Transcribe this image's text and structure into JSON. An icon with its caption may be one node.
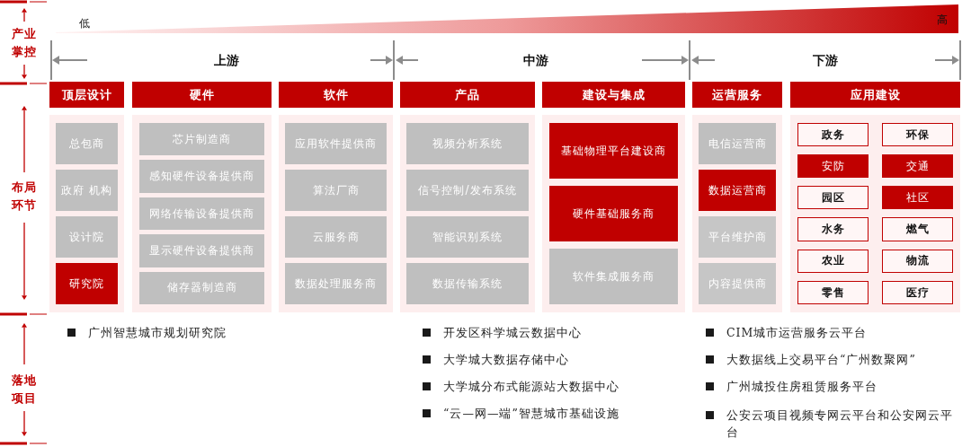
{
  "diagram": {
    "nodes": [
      {
        "text": [
          "顶层设计"
        ]
      },
      {
        "text": [],
        "shape": "box"
      },
      {
        "text": [
          "总包商"
        ],
        "in": 1
      },
      {
        "text": [
          "政府 机构"
        ],
        "in": 1
      },
      {
        "text": [
          "设计院"
        ],
        "in": 1
      },
      {
        "text": [
          "研究院"
        ],
        "in": 1
      },
      {
        "text": [
          "硬件"
        ]
      },
      {
        "text": [],
        "shape": "box"
      },
      {
        "text": [
          "芯片制造商"
        ],
        "in": 7
      },
      {
        "text": [
          "感知硬件设备提供商"
        ],
        "in": 7
      },
      {
        "text": [
          "网络传输设备提供商"
        ],
        "in": 7
      },
      {
        "text": [
          "显示硬件设备提供商"
        ],
        "in": 7
      },
      {
        "text": [
          "储存器制造商"
        ],
        "in": 7
      },
      {
        "text": [
          "软件"
        ]
      },
      {
        "text": [],
        "shape": "box"
      },
      {
        "text": [
          "应用软件提供商"
        ],
        "in": 14
      },
      {
        "text": [
          "算法厂商"
        ],
        "in": 14
      },
      {
        "text": [
          "云服务商"
        ],
        "in": 14
      },
      {
        "text": [
          "数据处理服务商"
        ],
        "in": 14
      },
      {
        "text": [
          "产品"
        ]
      },
      {
        "text": [],
        "shape": "box"
      },
      {
        "text": [
          "视频分析系统"
        ],
        "in": 20
      },
      {
        "text": [
          "信号控制/发布系统"
        ],
        "in": 20
      },
      {
        "text": [
          "智能识别系统"
        ],
        "in": 20
      },
      {
        "text": [
          "数据传输系统"
        ],
        "in": 20
      },
      {
        "text": [
          "建设与集成"
        ]
      },
      {
        "text": [],
        "shape": "box"
      },
      {
        "text": [
          "基础物理平台建设商"
        ],
        "in": 26
      },
      {
        "text": [
          "硬件基础服务商"
        ],
        "in": 26
      },
      {
        "text": [
          "软件集成服务商"
        ],
        "in": 26
      },
      {
        "text": [
          "运营服务"
        ]
      },
      {
        "text": [],
        "shape": "box"
      },
      {
        "text": [
          "电信运营商"
        ],
        "in": 31
      },
      {
        "text": [
          "数据运营商"
        ],
        "in": 31
      },
      {
        "text": [
          "平台维护商"
        ],
        "in": 31
      },
      {
        "text": [
          "内容提供商"
        ],
        "in": 31
      },
      {
        "text": [
          "应用建设"
        ]
      },
      {
        "text": [],
        "shape": "box"
      },
      {
        "text": [
          "政务"
        ],
        "in": 37
      },
      {
        "text": [
          "环保"
        ],
        "in": 37
      },
      {
        "text": [
          "安防"
        ],
        "in": 37
      },
      {
        "text": [
          "交通"
        ],
        "in": 37
      },
      {
        "text": [
          "园区"
        ],
        "in": 37
      },
      {
        "text": [
          "社区"
        ],
        "in": 37
      },
      {
        "text": [
          "水务"
        ],
        "in": 37
      },
      {
        "text": [
          "燃气"
        ],
        "in": 37
      },
      {
        "text": [
          "农业"
        ],
        "in": 37
      },
      {
        "text": [
          "物流"
        ],
        "in": 37
      },
      {
        "text": [
          "零售"
        ],
        "in": 37
      },
      {
        "text": [
          "医疗"
        ],
        "in": 37
      }
    ],
    "labels": [
      "产业掌控",
      "低",
      "高",
      "上游",
      "中游",
      "下游",
      "布局环节",
      "落地项目",
      "广州智慧城市规划研究院",
      "开发区科学城云数据中心",
      "大学城大数据存储中心",
      "大学城分布式能源站大数据中心",
      "“云—网—端”智慧城市基础设施",
      "CIM城市运营服务云平台",
      "大数据线上交易平台“广州数聚网”",
      "广州城投住房租赁服务平台",
      "公安云项目视频专网云平台和公安网云平台"
    ]
  }
}
